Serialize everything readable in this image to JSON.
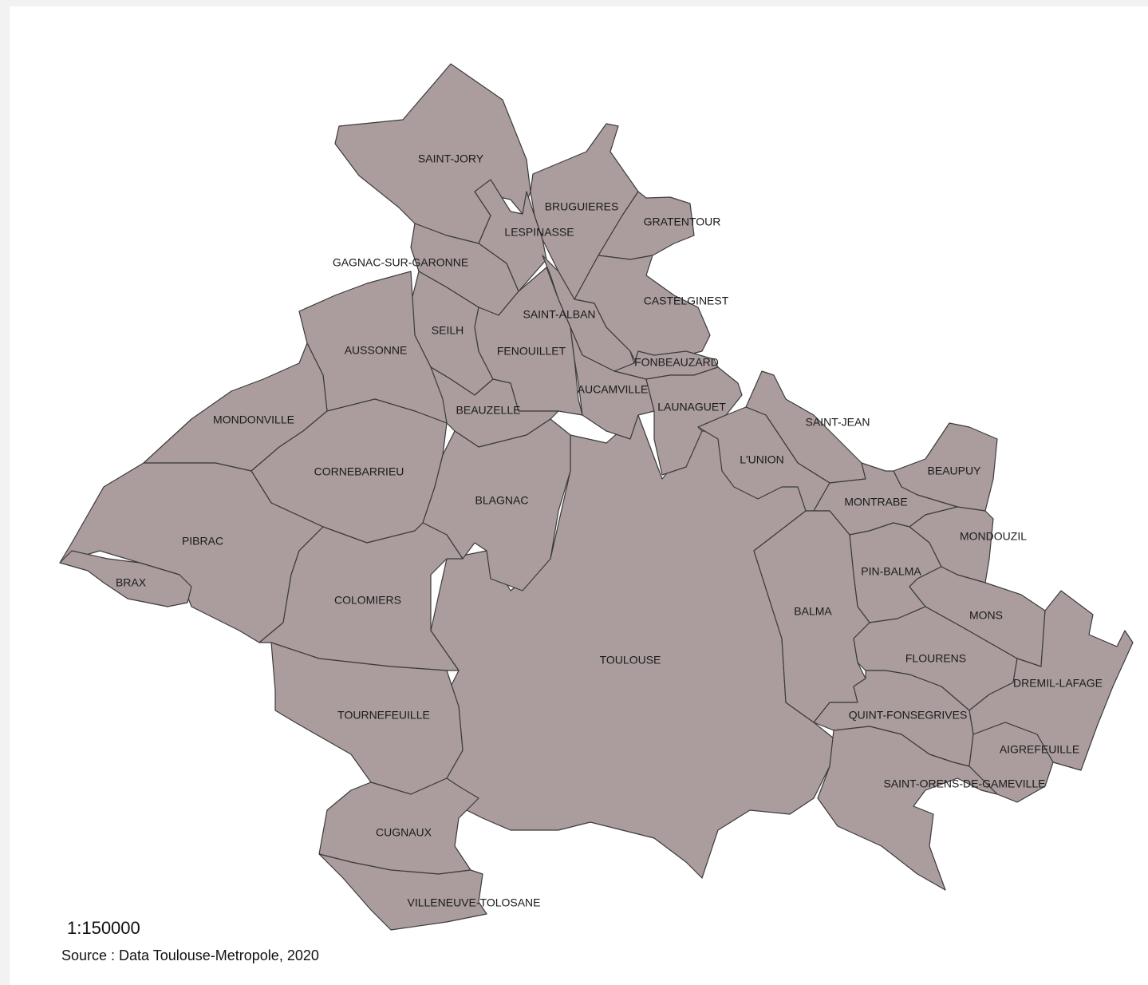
{
  "map": {
    "fill_color": "#ab9d9e",
    "border_color": "#3b3b3b",
    "communes": [
      {
        "id": "saint-jory",
        "name": "SAINT-JORY"
      },
      {
        "id": "bruguieres",
        "name": "BRUGUIERES"
      },
      {
        "id": "gratentour",
        "name": "GRATENTOUR"
      },
      {
        "id": "lespinasse",
        "name": "LESPINASSE"
      },
      {
        "id": "gagnac-sur-garonne",
        "name": "GAGNAC-SUR-GARONNE"
      },
      {
        "id": "castelginest",
        "name": "CASTELGINEST"
      },
      {
        "id": "saint-alban",
        "name": "SAINT-ALBAN"
      },
      {
        "id": "seilh",
        "name": "SEILH"
      },
      {
        "id": "aussonne",
        "name": "AUSSONNE"
      },
      {
        "id": "fenouillet",
        "name": "FENOUILLET"
      },
      {
        "id": "fonbeauzard",
        "name": "FONBEAUZARD"
      },
      {
        "id": "aucamville",
        "name": "AUCAMVILLE"
      },
      {
        "id": "launaguet",
        "name": "LAUNAGUET"
      },
      {
        "id": "beauzelle",
        "name": "BEAUZELLE"
      },
      {
        "id": "mondonville",
        "name": "MONDONVILLE"
      },
      {
        "id": "saint-jean",
        "name": "SAINT-JEAN"
      },
      {
        "id": "l-union",
        "name": "L'UNION"
      },
      {
        "id": "beaupuy",
        "name": "BEAUPUY"
      },
      {
        "id": "cornebarrieu",
        "name": "CORNEBARRIEU"
      },
      {
        "id": "blagnac",
        "name": "BLAGNAC"
      },
      {
        "id": "montrabe",
        "name": "MONTRABE"
      },
      {
        "id": "mondouzil",
        "name": "MONDOUZIL"
      },
      {
        "id": "pibrac",
        "name": "PIBRAC"
      },
      {
        "id": "pin-balma",
        "name": "PIN-BALMA"
      },
      {
        "id": "brax",
        "name": "BRAX"
      },
      {
        "id": "colomiers",
        "name": "COLOMIERS"
      },
      {
        "id": "balma",
        "name": "BALMA"
      },
      {
        "id": "mons",
        "name": "MONS"
      },
      {
        "id": "toulouse",
        "name": "TOULOUSE"
      },
      {
        "id": "flourens",
        "name": "FLOURENS"
      },
      {
        "id": "dremil-lafage",
        "name": "DREMIL-LAFAGE"
      },
      {
        "id": "tournefeuille",
        "name": "TOURNEFEUILLE"
      },
      {
        "id": "quint-fonsegrives",
        "name": "QUINT-FONSEGRIVES"
      },
      {
        "id": "aigrefeuille",
        "name": "AIGREFEUILLE"
      },
      {
        "id": "saint-orens-de-gameville",
        "name": "SAINT-ORENS-DE-GAMEVILLE"
      },
      {
        "id": "cugnaux",
        "name": "CUGNAUX"
      },
      {
        "id": "villeneuve-tolosane",
        "name": "VILLENEUVE-TOLOSANE"
      }
    ]
  },
  "scale": "1:150000",
  "source": "Source : Data Toulouse-Metropole, 2020"
}
